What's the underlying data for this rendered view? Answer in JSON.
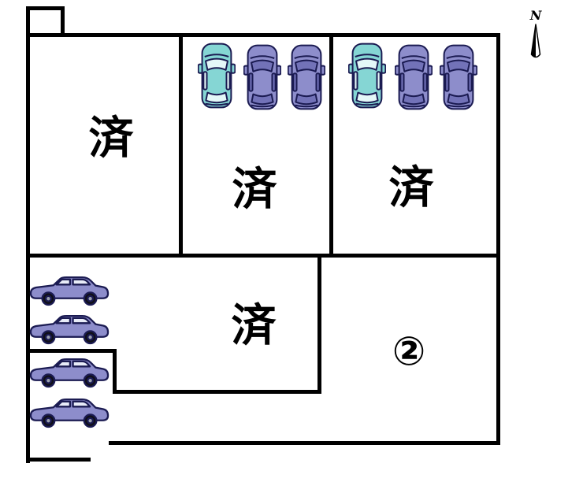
{
  "compass": {
    "label": "N"
  },
  "plots": {
    "plot1": {
      "label": "済"
    },
    "plot2": {
      "label": "済"
    },
    "plot3": {
      "label": "済"
    },
    "plot4": {
      "label": "済"
    },
    "plot5": {
      "label": "②"
    }
  },
  "colors": {
    "line": "#000000",
    "car_outline": "#1B1B52",
    "car_teal_body": "#85D6D4",
    "car_teal_glass": "#E4F8F8",
    "car_purple_body": "#8D8DCB",
    "car_purple_glass": "#7272B8",
    "car_side_body": "#8D8DCB",
    "car_side_glass": "#E8ECF8",
    "wheel": "#101018",
    "hubcap": "#9AA0B0"
  }
}
